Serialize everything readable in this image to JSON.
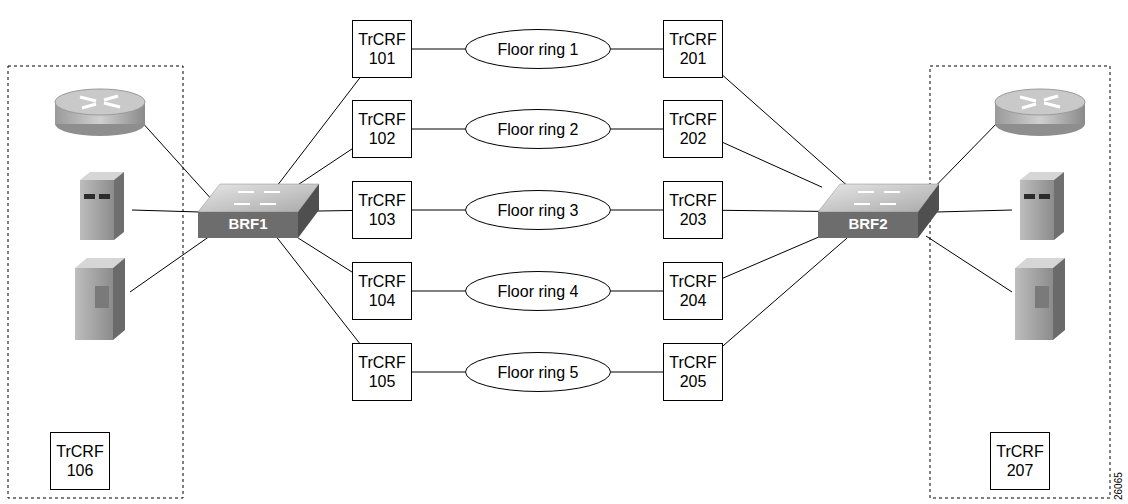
{
  "diagram": {
    "nodes": [
      {
        "text": [
          "TrCRF 101"
        ]
      },
      {
        "text": [
          "Floor ring 1"
        ]
      },
      {
        "text": [
          "TrCRF 201"
        ]
      },
      {
        "text": [
          "TrCRF 102"
        ]
      },
      {
        "text": [
          "Floor ring 2"
        ]
      },
      {
        "text": [
          "TrCRF 202"
        ]
      },
      {
        "text": [
          "BRF1"
        ]
      },
      {
        "text": [
          "TrCRF 103"
        ]
      },
      {
        "text": [
          "Floor ring 3"
        ]
      },
      {
        "text": [
          "TrCRF 203"
        ]
      },
      {
        "text": [
          "BRF2"
        ]
      },
      {
        "text": [
          "TrCRF 104"
        ]
      },
      {
        "text": [
          "Floor ring 4"
        ]
      },
      {
        "text": [
          "TrCRF 204"
        ]
      },
      {
        "text": [
          "TrCRF 105"
        ]
      },
      {
        "text": [
          "Floor ring 5"
        ]
      },
      {
        "text": [
          "TrCRF 205"
        ]
      },
      {
        "text": [
          "TrCRF 106"
        ]
      },
      {
        "text": [
          "TrCRF 207"
        ]
      }
    ],
    "edges": [
      {
        "from": 6,
        "to": 0,
        "arrow": "none"
      },
      {
        "from": 6,
        "to": 3,
        "arrow": "none"
      },
      {
        "from": 6,
        "to": 7,
        "arrow": "none"
      },
      {
        "from": 6,
        "to": 11,
        "arrow": "none"
      },
      {
        "from": 6,
        "to": 14,
        "arrow": "none"
      },
      {
        "from": 0,
        "to": 1,
        "arrow": "none"
      },
      {
        "from": 3,
        "to": 4,
        "arrow": "none"
      },
      {
        "from": 7,
        "to": 8,
        "arrow": "none"
      },
      {
        "from": 11,
        "to": 12,
        "arrow": "none"
      },
      {
        "from": 14,
        "to": 15,
        "arrow": "none"
      },
      {
        "from": 1,
        "to": 2,
        "arrow": "none"
      },
      {
        "from": 4,
        "to": 5,
        "arrow": "none"
      },
      {
        "from": 8,
        "to": 9,
        "arrow": "none"
      },
      {
        "from": 12,
        "to": 13,
        "arrow": "none"
      },
      {
        "from": 15,
        "to": 16,
        "arrow": "none"
      },
      {
        "from": 2,
        "to": 10,
        "arrow": "none"
      },
      {
        "from": 5,
        "to": 10,
        "arrow": "none"
      },
      {
        "from": 9,
        "to": 10,
        "arrow": "none"
      },
      {
        "from": 13,
        "to": 10,
        "arrow": "none"
      },
      {
        "from": 16,
        "to": 10,
        "arrow": "none"
      }
    ],
    "labels": [
      "26065"
    ]
  }
}
